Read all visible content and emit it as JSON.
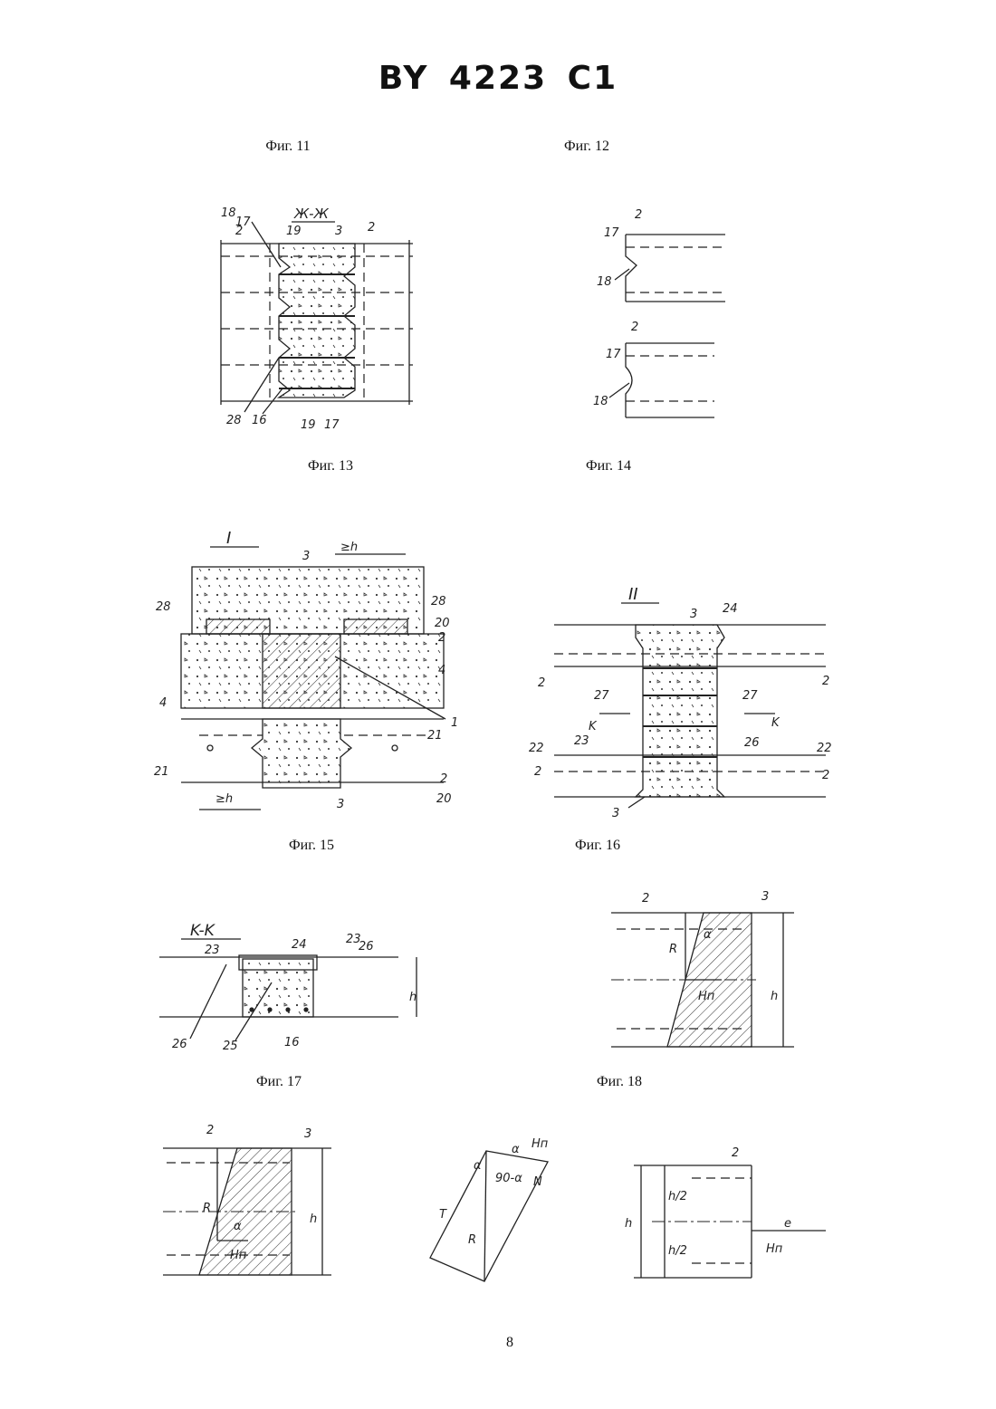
{
  "header": {
    "title": "BY 4223 C1"
  },
  "captions": {
    "fig11": "Фиг. 11",
    "fig12": "Фиг. 12",
    "fig13": "Фиг. 13",
    "fig14": "Фиг. 14",
    "fig15": "Фиг. 15",
    "fig16": "Фиг. 16",
    "fig17": "Фиг. 17",
    "fig18": "Фиг. 18"
  },
  "footer": {
    "page_number": "8"
  },
  "drawings": {
    "fig11": {
      "section": "Ж-Ж",
      "labels": [
        "18",
        "17",
        "2",
        "19",
        "3",
        "2",
        "28",
        "16",
        "19",
        "17"
      ]
    },
    "fig12": {
      "labels": [
        "2",
        "17",
        "18",
        "2",
        "17",
        "18"
      ]
    },
    "fig13": {
      "section": "I",
      "labels": [
        "3",
        "≥h",
        "28",
        "28",
        "20",
        "2",
        "4",
        "4",
        "1",
        "21",
        "21",
        "2",
        "20",
        "3",
        "≥h"
      ]
    },
    "fig14": {
      "section": "II",
      "labels": [
        "3",
        "24",
        "2",
        "2",
        "27",
        "27",
        "K",
        "K",
        "22",
        "22",
        "23",
        "26",
        "2",
        "2",
        "3"
      ]
    },
    "fig15": {
      "section": "K-K",
      "labels": [
        "24",
        "23",
        "26",
        "23",
        "h",
        "26",
        "25",
        "16"
      ]
    },
    "fig16": {
      "labels": [
        "2",
        "3",
        "R",
        "α",
        "Hп",
        "h"
      ]
    },
    "fig17": {
      "labels": [
        "2",
        "3",
        "R",
        "α",
        "Hп",
        "h"
      ]
    },
    "fig18": {
      "labels": [
        "α",
        "Hп",
        "90-α",
        "N",
        "T",
        "R",
        "α"
      ]
    },
    "fig19": {
      "labels": [
        "2",
        "h/2",
        "h",
        "h/2",
        "e",
        "Hп"
      ]
    }
  }
}
